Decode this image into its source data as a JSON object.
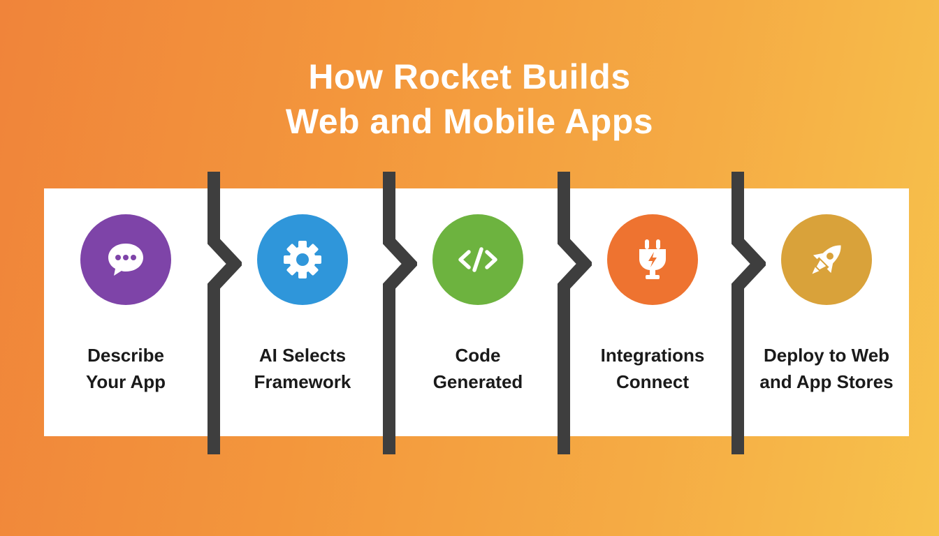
{
  "title": {
    "line1": "How Rocket Builds",
    "line2": "Web and Mobile Apps"
  },
  "steps": [
    {
      "line1": "Describe",
      "line2": "Your App",
      "icon": "chat-bubble-icon",
      "color": "#7E44A8"
    },
    {
      "line1": "AI Selects",
      "line2": "Framework",
      "icon": "gear-icon",
      "color": "#2F96DA"
    },
    {
      "line1": "Code",
      "line2": "Generated",
      "icon": "code-brackets-icon",
      "color": "#6DB33F"
    },
    {
      "line1": "Integrations",
      "line2": "Connect",
      "icon": "power-plug-icon",
      "color": "#EE7330"
    },
    {
      "line1": "Deploy to Web",
      "line2": "and App Stores",
      "icon": "rocket-icon",
      "color": "#D9A23A"
    }
  ],
  "colors": {
    "divider": "#3E3E3E",
    "band": "#FFFFFF",
    "title": "#FFFFFF"
  }
}
